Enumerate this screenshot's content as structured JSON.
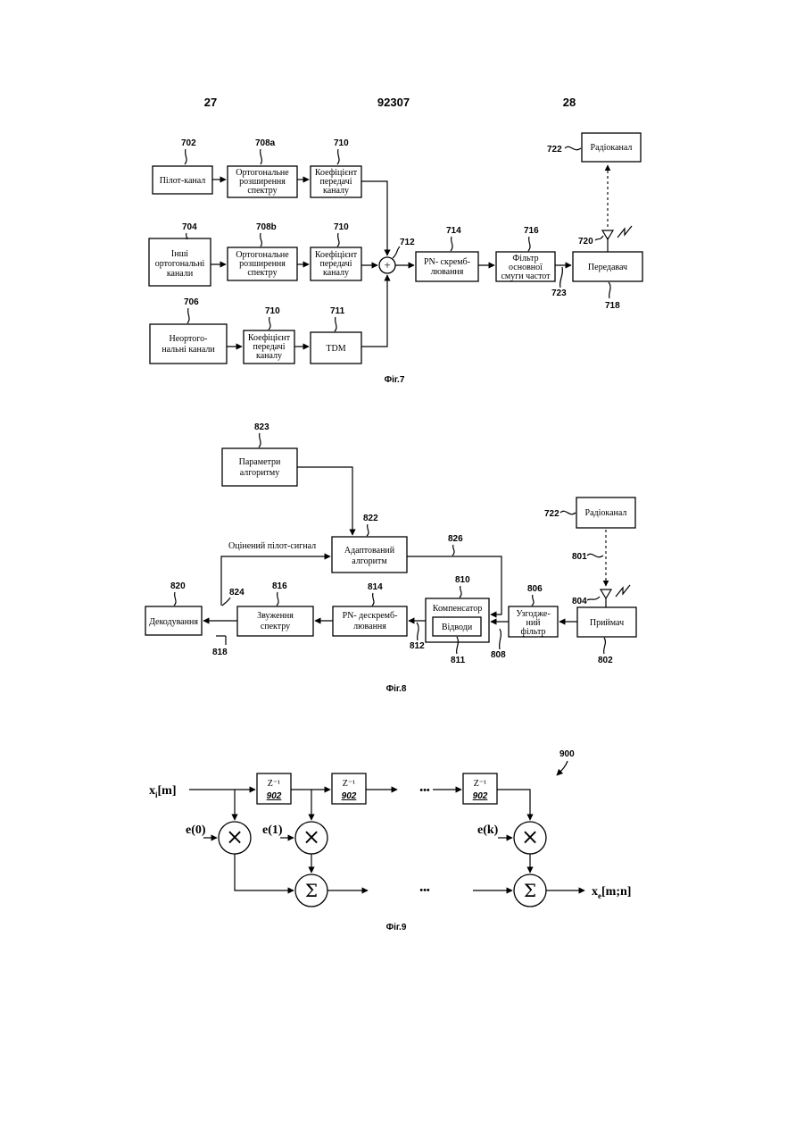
{
  "header": {
    "left": "27",
    "center": "92307",
    "right": "28"
  },
  "fig7": {
    "caption": "Фіг.7",
    "blocks": {
      "pilot": [
        "Пілот-канал"
      ],
      "orth_a": [
        "Ортогональне",
        "розширення",
        "спектру"
      ],
      "gain_a": [
        "Коефіцієнт",
        "передачі",
        "каналу"
      ],
      "other": [
        "Інші",
        "ортогональні",
        "канали"
      ],
      "orth_b": [
        "Ортогональне",
        "розширення",
        "спектру"
      ],
      "gain_b": [
        "Коефіцієнт",
        "передачі",
        "каналу"
      ],
      "nonorth": [
        "Неортого-",
        "нальні канали"
      ],
      "gain_c": [
        "Коефіцієнт",
        "передачі",
        "каналу"
      ],
      "tdm": [
        "TDM"
      ],
      "pn": [
        "PN- скремб-",
        "лювання"
      ],
      "filter": [
        "Фільтр",
        "основної",
        "смуги частот"
      ],
      "tx": [
        "Передавач"
      ],
      "radio": [
        "Радіоканал"
      ]
    },
    "adder": "+",
    "refs": {
      "r702": "702",
      "r708a": "708a",
      "r710a": "710",
      "r704": "704",
      "r708b": "708b",
      "r710b": "710",
      "r706": "706",
      "r710c": "710",
      "r711": "711",
      "r712": "712",
      "r714": "714",
      "r716": "716",
      "r722": "722",
      "r720": "720",
      "r723": "723",
      "r718": "718"
    }
  },
  "fig8": {
    "caption": "Фіг.8",
    "est_pilot": "Оцінений пілот-сигнал",
    "blocks": {
      "params": [
        "Параметри",
        "алгоритму"
      ],
      "adaptive": [
        "Адаптований",
        "алгоритм"
      ],
      "radio": [
        "Радіоканал"
      ],
      "decode": [
        "Декодування"
      ],
      "despread": [
        "Звуження",
        "спектру"
      ],
      "pndesc": [
        "PN- дескремб-",
        "лювання"
      ],
      "comp": [
        "Компенсатор"
      ],
      "taps": [
        "Відводи"
      ],
      "matched": [
        "Узгодже-",
        "ний",
        "фільтр"
      ],
      "rx": [
        "Приймач"
      ]
    },
    "refs": {
      "r823": "823",
      "r822": "822",
      "r826": "826",
      "r722": "722",
      "r801": "801",
      "r804": "804",
      "r820": "820",
      "r824": "824",
      "r816": "816",
      "r814": "814",
      "r810": "810",
      "r806": "806",
      "r818": "818",
      "r812": "812",
      "r811": "811",
      "r808": "808",
      "r802": "802"
    }
  },
  "fig9": {
    "caption": "Фіг.9",
    "ref900": "900",
    "delay": "Z⁻¹",
    "delay_ref": "902",
    "input_main": "x",
    "input_sub": "i",
    "input_arg": "[m]",
    "output_main": "x",
    "output_sub": "e",
    "output_arg": "[m;n]",
    "coef": [
      "e(0)",
      "e(1)",
      "e(k)"
    ],
    "mult_sym": "×",
    "sum_sym": "Σ",
    "ellipsis": "•••"
  }
}
